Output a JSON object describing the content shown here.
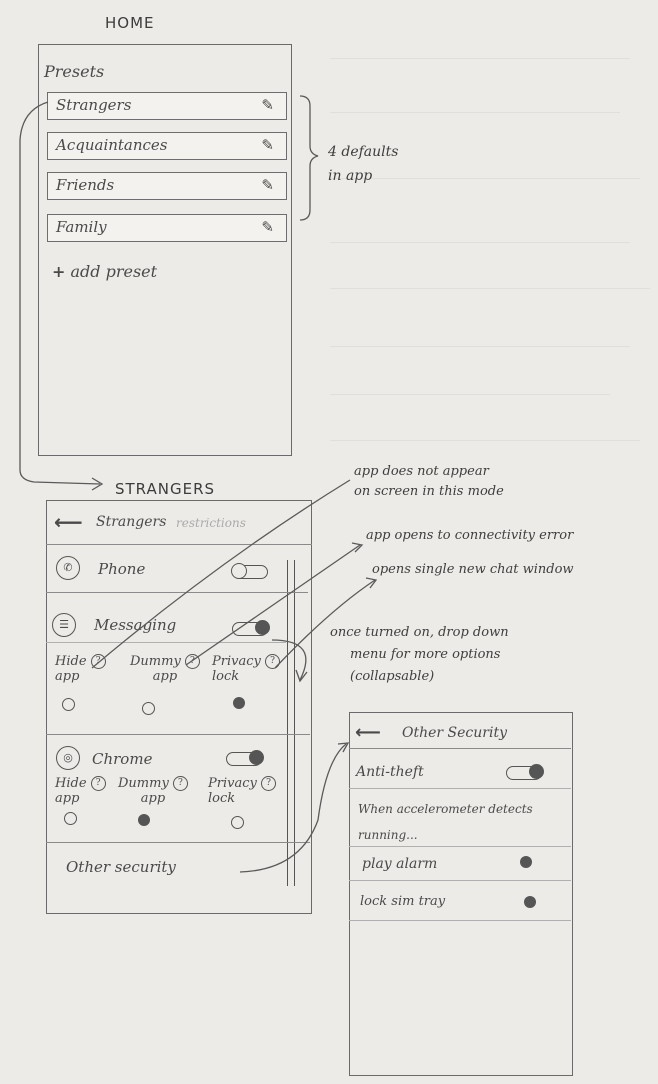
{
  "home": {
    "heading": "HOME",
    "presets_title": "Presets",
    "presets": [
      "Strangers",
      "Acquaintances",
      "Friends",
      "Family"
    ],
    "add_preset": "add preset",
    "defaults_note_line1": "4 defaults",
    "defaults_note_line2": "in app"
  },
  "strangers": {
    "heading": "STRANGERS",
    "header_title": "Strangers",
    "header_subtitle": "restrictions",
    "phone_label": "Phone",
    "messaging_label": "Messaging",
    "chrome_label": "Chrome",
    "opt_hide": [
      "Hide",
      "app"
    ],
    "opt_dummy": [
      "Dummy",
      "app"
    ],
    "opt_privacy": [
      "Privacy",
      "lock"
    ],
    "other_security": "Other security"
  },
  "notes": {
    "hide_note": [
      "app does not appear",
      "on screen in this mode"
    ],
    "dummy_note": "app opens to connectivity error",
    "privacy_note": "opens single new chat window",
    "dropdown_note": [
      "once turned on, drop down",
      "menu for more options",
      "(collapsable)"
    ]
  },
  "other_security": {
    "header_title": "Other Security",
    "anti_theft": "Anti-theft",
    "description": [
      "When accelerometer detects",
      "running..."
    ],
    "play_alarm": "play alarm",
    "lock_sim": "lock sim tray"
  }
}
